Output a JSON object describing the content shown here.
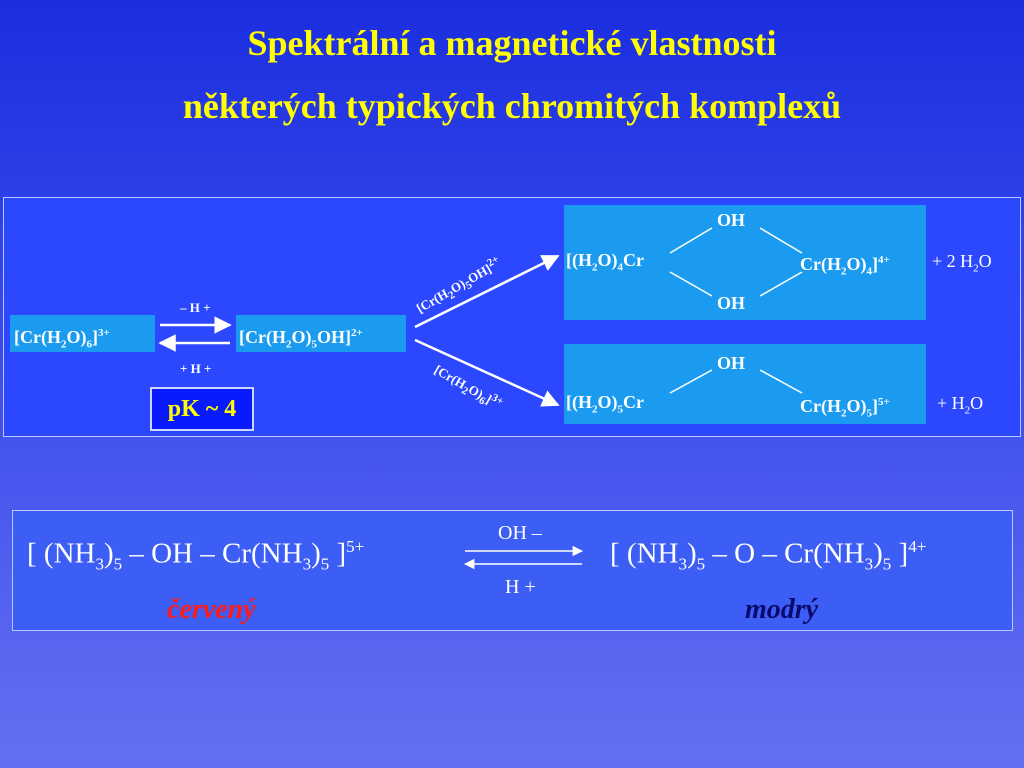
{
  "title": {
    "line1": "Spektrální a magnetické vlastnosti",
    "line2": "některých typických chromitých komplexů"
  },
  "scheme": {
    "left_complex": {
      "base": "[Cr(H",
      "sub1": "2",
      "mid": "O)",
      "sub2": "6",
      "end": "]",
      "charge": "3+"
    },
    "arrow_top_label": "– H +",
    "arrow_bottom_label": "+ H +",
    "mid_complex": {
      "base": "[Cr(H",
      "sub1": "2",
      "mid": "O)",
      "sub2": "5",
      "end": "OH]",
      "charge": "2+"
    },
    "pk": "pK ~ 4",
    "branch_up_label": {
      "a": "[Cr(H",
      "s1": "2",
      "b": "O)",
      "s2": "5",
      "c": "OH]",
      "charge": "2+"
    },
    "branch_down_label": {
      "a": "[Cr(H",
      "s1": "2",
      "b": "O)",
      "s2": "6",
      "c": "]",
      "charge": "3+"
    },
    "dimer_di": {
      "bridge_top": "OH",
      "bridge_bottom": "OH",
      "left": {
        "a": "[(H",
        "s1": "2",
        "b": "O)",
        "s2": "4",
        "c": "Cr"
      },
      "right": {
        "a": "Cr(H",
        "s1": "2",
        "b": "O)",
        "s2": "4",
        "c": "]",
        "charge": "4+"
      },
      "byproduct": {
        "a": "+ 2 H",
        "s": "2",
        "b": "O"
      }
    },
    "dimer_mono": {
      "bridge_top": "OH",
      "left": {
        "a": "[(H",
        "s1": "2",
        "b": "O)",
        "s2": "5",
        "c": "Cr"
      },
      "right": {
        "a": "Cr(H",
        "s1": "2",
        "b": "O)",
        "s2": "5",
        "c": "]",
        "charge": "5+"
      },
      "byproduct": {
        "a": "+ H",
        "s": "2",
        "b": "O"
      }
    }
  },
  "equilibrium": {
    "left": {
      "a": "[ (NH",
      "s1": "3",
      "b": ")",
      "s2": "5",
      "c": " – OH – Cr(NH",
      "s3": "3",
      "d": ")",
      "s4": "5",
      "e": " ]",
      "charge": "5+"
    },
    "arrow_top": "OH –",
    "arrow_bottom": "H +",
    "right": {
      "a": "[ (NH",
      "s1": "3",
      "b": ")",
      "s2": "5",
      "c": " – O – Cr(NH",
      "s3": "3",
      "d": ")",
      "s4": "5",
      "e": " ]",
      "charge": "4+"
    },
    "left_color": "červený",
    "right_color": "modrý",
    "left_color_hex": "#ff1a1a",
    "right_color_hex": "#0a0a6e"
  }
}
